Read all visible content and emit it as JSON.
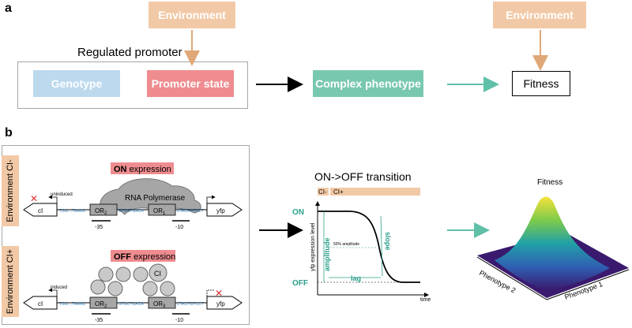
{
  "panel_a": {
    "letter": "a",
    "environment_left": "Environment",
    "environment_right": "Environment",
    "regulated_promoter": "Regulated promoter",
    "genotype": "Genotype",
    "promoter_state": "Promoter state",
    "complex_phenotype": "Complex phenotype",
    "fitness": "Fitness",
    "colors": {
      "environment": "#f2c9a6",
      "genotype": "#bcd9ee",
      "promoter": "#ee8c8f",
      "phenotype": "#78c8b0"
    }
  },
  "panel_b": {
    "letter": "b",
    "env_minus": "Environment CI-",
    "env_plus": "Environment CI+",
    "on_expr_on": "ON",
    "on_expr_rest": "expression",
    "off_expr_off": "OFF",
    "off_expr_rest": "expression",
    "rna_polymerase": "RNA Polymerase",
    "uninduced": "uninduced",
    "induced": "induced",
    "ci_gene": "cI",
    "yfp_gene": "yfp",
    "or2": "OR",
    "or2_sub": "2",
    "or1": "OR",
    "or1_sub": "1",
    "or3": "OR",
    "or3_sub": "3",
    "seq_left": "TGG....TAAAG",
    "seq_mid": "GTGCTGACA",
    "seq_right": "CTACTGTCCT",
    "minus35": "-35",
    "minus10": "-10",
    "ci_protein": "CI",
    "transition_title": "ON->OFF transition",
    "bar_ci_minus": "CI-",
    "bar_ci_plus": "CI+",
    "on": "ON",
    "off": "OFF",
    "ylabel": "yfp expression level",
    "amplitude": "amplitude",
    "fifty_amp": "50% amplitude",
    "slope": "slope",
    "lag": "lag",
    "xlabel": "time",
    "fitness": "Fitness",
    "phenotype1": "Phenotype 1",
    "phenotype2": "Phenotype 2"
  }
}
